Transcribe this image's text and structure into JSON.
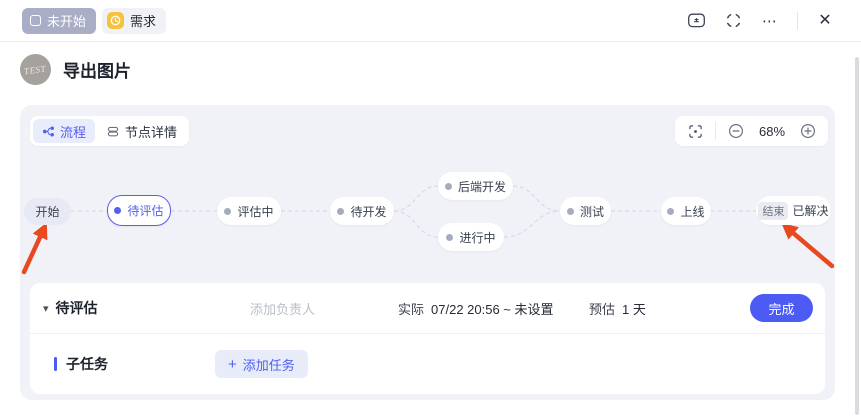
{
  "colors": {
    "primary": "#4b5bf3",
    "active_tab_bg": "#e9ecfb",
    "panel_bg": "#f0f2f7",
    "arrow_red": "#e8491f",
    "status_badge_bg": "#a9aec6",
    "type_icon_yellow": "#f5c240"
  },
  "header": {
    "status_badge": "未开始",
    "type_badge": "需求"
  },
  "icons": {
    "more": "⋯",
    "close": "✕",
    "collapse": "▾",
    "plus": "+"
  },
  "title": {
    "avatar": "TEST",
    "text": "导出图片"
  },
  "panel": {
    "tabs": [
      {
        "label": "流程"
      },
      {
        "label": "节点详情"
      }
    ],
    "zoom_level": "68%"
  },
  "flow": {
    "nodes": [
      {
        "label": "开始",
        "type": "start"
      },
      {
        "label": "待评估",
        "type": "current"
      },
      {
        "label": "评估中"
      },
      {
        "label": "待开发"
      },
      {
        "label": "后端开发"
      },
      {
        "label": "进行中"
      },
      {
        "label": "测试"
      },
      {
        "label": "上线"
      },
      {
        "label": "已解决",
        "badge": "结束",
        "type": "end"
      }
    ]
  },
  "detail": {
    "title": "待评估",
    "assignee_placeholder": "添加负责人",
    "actual_label": "实际",
    "actual_value": "07/22 20:56 ~ 未设置",
    "estimate_label": "预估",
    "estimate_value": "1 天",
    "complete_button": "完成",
    "subtasks_label": "子任务",
    "add_task_button": "添加任务"
  }
}
